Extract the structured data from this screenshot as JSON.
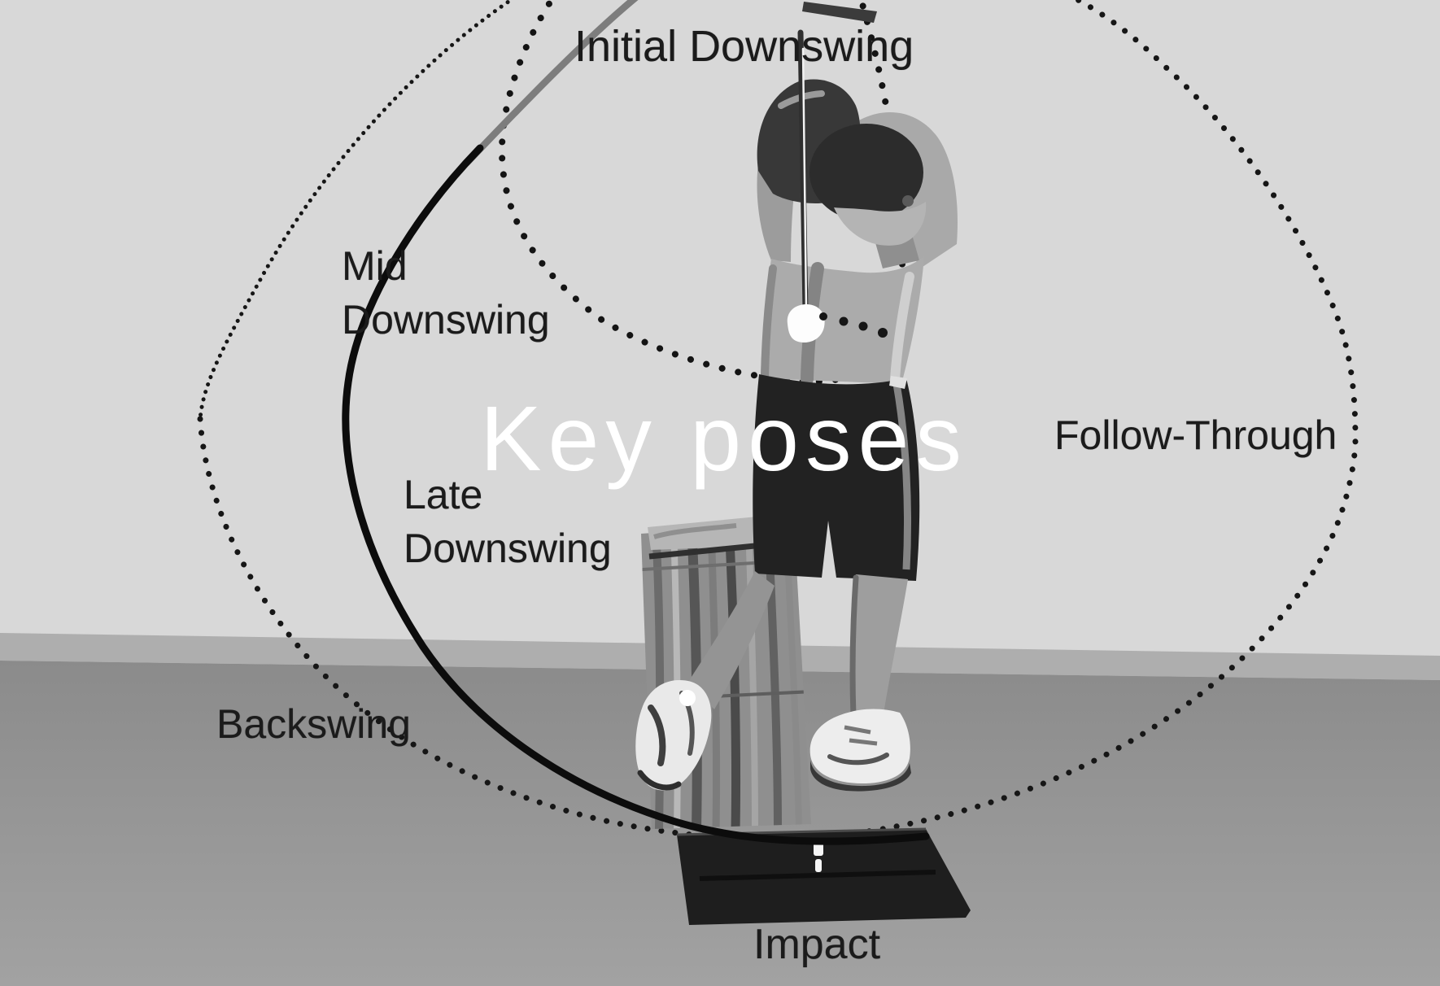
{
  "title": {
    "text": "Key poses",
    "color": "#ffffff"
  },
  "phase_labels": {
    "initial_downswing": "Initial Downswing",
    "mid_downswing": "Mid\nDownswing",
    "late_downswing": "Late\nDownswing",
    "backswing": "Backswing",
    "follow_through": "Follow-Through",
    "impact": "Impact"
  },
  "scene": {
    "colors": {
      "wall": "#d8d8d8",
      "wall_base_band": "#aeaeae",
      "floor_top": "#8b8b8b",
      "floor_bottom": "#a2a2a2",
      "annotation_ink": "#111111",
      "mat": "#1e1e1e",
      "club_head": "#fdfdfd",
      "tee_marker": "#f5f5f5"
    }
  }
}
